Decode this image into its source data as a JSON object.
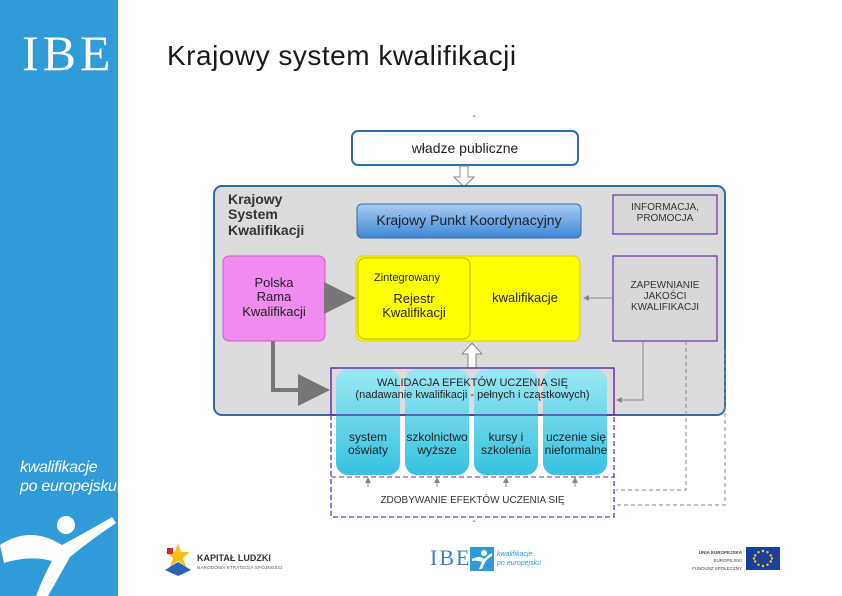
{
  "sidebar": {
    "logo": "IBE",
    "tagline_line1": "kwalifikacje",
    "tagline_line2": "po europejsku",
    "figure_icon": "running-person-icon"
  },
  "title": "Krajowy system kwalifikacji",
  "diagram": {
    "top_box": "władze publiczne",
    "container_title_1": "Krajowy",
    "container_title_2": "System",
    "container_title_3": "Kwalifikacji",
    "kpk": "Krajowy Punkt Koordynacyjny",
    "info_1": "INFORMACJA,",
    "info_2": "PROMOCJA",
    "prk_1": "Polska",
    "prk_2": "Rama",
    "prk_3": "Kwalifikacji",
    "zrk_small": "Zintegrowany",
    "zrk_1": "Rejestr",
    "zrk_2": "Kwalifikacji",
    "kwalifikacje": "kwalifikacje",
    "qa_1": "ZAPEWNIANIE",
    "qa_2": "JAKOŚCI",
    "qa_3": "KWALIFIKACJI",
    "walidacja_1": "WALIDACJA EFEKTÓW UCZENIA SIĘ",
    "walidacja_2": "(nadawanie kwalifikacji - pełnych i cząstkowych)",
    "col1_a": "system",
    "col1_b": "oświaty",
    "col2_a": "szkolnictwo",
    "col2_b": "wyższe",
    "col3_a": "kursy i",
    "col3_b": "szkolenia",
    "col4_a": "uczenie się",
    "col4_b": "nieformalne",
    "zdobywanie": "ZDOBYWANIE EFEKTÓW UCZENIA SIĘ",
    "dash_top": "-",
    "dash_bottom": "-"
  },
  "footer": {
    "kl_name": "KAPITAŁ LUDZKI",
    "kl_sub": "NARODOWA STRATEGIA SPÓJNOŚCI",
    "ibe": "IBE",
    "ibe_tag_1": "kwalifikacje",
    "ibe_tag_2": "po europejsku",
    "ue_1": "UNIA EUROPEJSKA",
    "ue_2": "EUROPEJSKI",
    "ue_3": "FUNDUSZ SPOŁECZNY"
  },
  "colors": {
    "sidebar": "#2f9bd8",
    "container_fill": "#dcdcdc",
    "container_border": "#2e6bb0",
    "blue_box": "#4a90d9",
    "pink_box": "#f08cf0",
    "yellow_box": "#ffff00",
    "cyan_col": "#5ad2e8",
    "purple_dashed": "#6b2fa0"
  }
}
